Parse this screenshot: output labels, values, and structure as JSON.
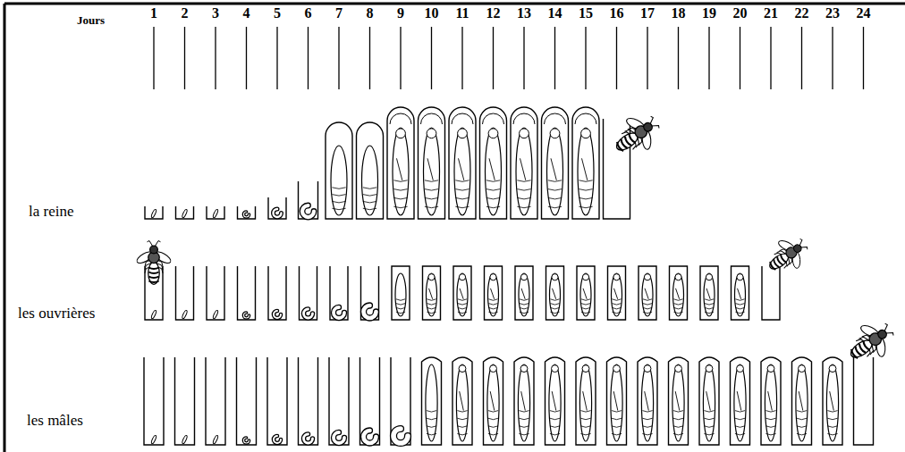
{
  "diagram": {
    "labels": [
      "Jours",
      "1",
      "2",
      "3",
      "4",
      "5",
      "6",
      "7",
      "8",
      "9",
      "10",
      "11",
      "12",
      "13",
      "14",
      "15",
      "16",
      "17",
      "18",
      "19",
      "20",
      "21",
      "22",
      "23",
      "24",
      "la reine",
      "les ouvrières",
      "les mâles"
    ]
  }
}
